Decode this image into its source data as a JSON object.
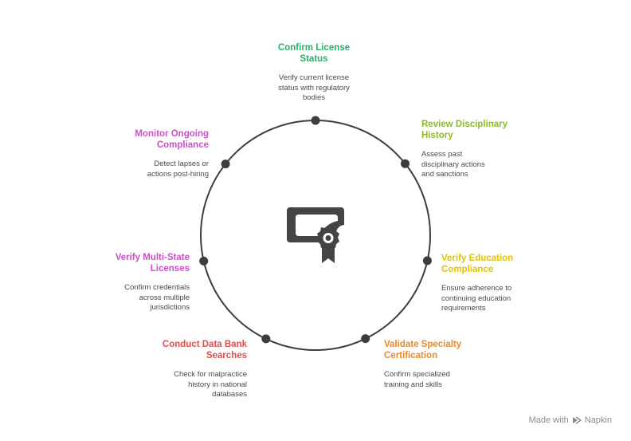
{
  "steps": [
    {
      "title": "Confirm License Status",
      "title_lines": [
        "Confirm License",
        "Status"
      ],
      "desc_lines": [
        "Verify current license",
        "status with regulatory",
        "bodies"
      ],
      "color": "#27b06b"
    },
    {
      "title": "Review Disciplinary History",
      "title_lines": [
        "Review Disciplinary",
        "History"
      ],
      "desc_lines": [
        "Assess past",
        "disciplinary actions",
        "and sanctions"
      ],
      "color": "#8dbb25"
    },
    {
      "title": "Verify Education Compliance",
      "title_lines": [
        "Verify Education",
        "Compliance"
      ],
      "desc_lines": [
        "Ensure adherence to",
        "continuing education",
        "requirements"
      ],
      "color": "#e1c300"
    },
    {
      "title": "Validate Specialty Certification",
      "title_lines": [
        "Validate Specialty",
        "Certification"
      ],
      "desc_lines": [
        "Confirm specialized",
        "training and skills"
      ],
      "color": "#e8892a"
    },
    {
      "title": "Conduct Data Bank Searches",
      "title_lines": [
        "Conduct Data Bank",
        "Searches"
      ],
      "desc_lines": [
        "Check for malpractice",
        "history in national",
        "databases"
      ],
      "color": "#e84a4a"
    },
    {
      "title": "Verify Multi-State Licenses",
      "title_lines": [
        "Verify Multi-State",
        "Licenses"
      ],
      "desc_lines": [
        "Confirm credentials",
        "across multiple",
        "jurisdictions"
      ],
      "color": "#cc4fc9"
    },
    {
      "title": "Monitor Ongoing Compliance",
      "title_lines": [
        "Monitor Ongoing",
        "Compliance"
      ],
      "desc_lines": [
        "Detect lapses or",
        "actions post-hiring"
      ],
      "color": "#cc4fc9"
    }
  ],
  "center_icon": "certificate-icon",
  "ring_color": "#3d3d3d",
  "icon_color": "#444444",
  "watermark": {
    "prefix": "Made with",
    "brand": "Napkin",
    "icon": "napkin-logo-icon"
  }
}
